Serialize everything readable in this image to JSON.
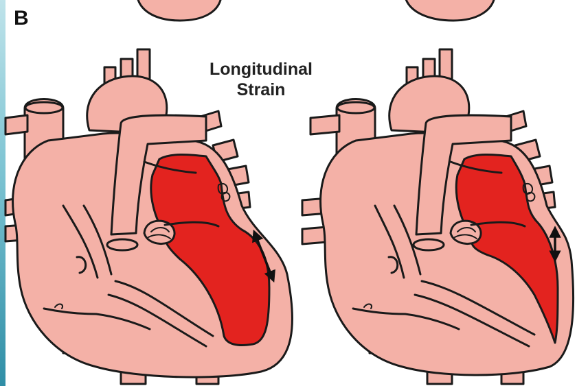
{
  "figure": {
    "panel_label": "B",
    "title_line1": "Longitudinal",
    "title_line2": "Strain"
  },
  "hearts": [
    {
      "id": "left",
      "arrow": "long double-headed arrow"
    },
    {
      "id": "right",
      "arrow": "short double-headed arrow"
    }
  ],
  "colors": {
    "tissue": "#f4b1a7",
    "ventricle_blood": "#e3231f",
    "outline": "#1a1a1a"
  }
}
